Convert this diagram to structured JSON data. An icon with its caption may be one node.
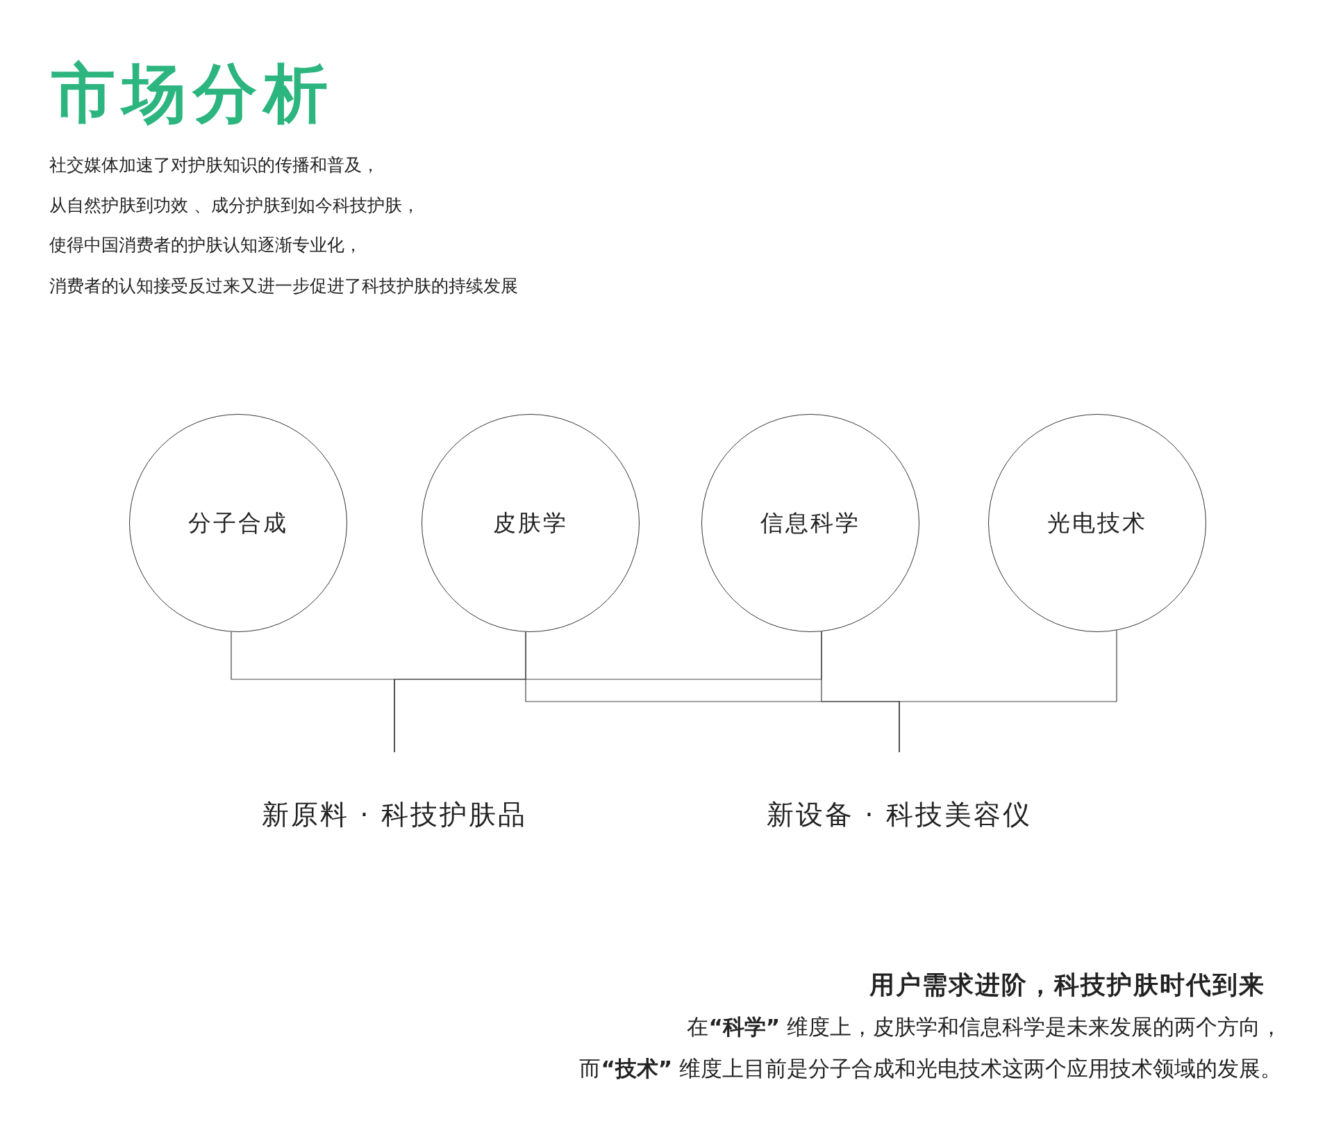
{
  "diagram": {
    "title": "市场分析",
    "nodes": [
      {
        "text": [
          "分子合成"
        ]
      },
      {
        "text": [
          "皮肤学"
        ]
      },
      {
        "text": [
          "信息科学"
        ]
      },
      {
        "text": [
          "光电技术"
        ]
      },
      {
        "text": [
          "新原料 · 科技护肤品"
        ]
      },
      {
        "text": [
          "新设备 · 科技美容仪"
        ]
      }
    ],
    "edges": [
      {
        "from": 0,
        "to": 4,
        "arrow": "none"
      },
      {
        "from": 1,
        "to": 4,
        "arrow": "none"
      },
      {
        "from": 2,
        "to": 4,
        "arrow": "none"
      },
      {
        "from": 1,
        "to": 5,
        "arrow": "none"
      },
      {
        "from": 2,
        "to": 5,
        "arrow": "none"
      },
      {
        "from": 3,
        "to": 5,
        "arrow": "none"
      }
    ],
    "labels": [
      "社交媒体加速了对护肤知识的传播和普及，",
      "从自然护肤到功效 、成分护肤到如今科技护肤，",
      "使得中国消费者的护肤认知逐渐专业化，",
      "消费者的认知接受反过来又进一步促进了科技护肤的持续发展",
      "用户需求进阶，科技护肤时代到来",
      "在**“科学”** 维度上，皮肤学和信息科学是未来发展的两个方向，",
      "而**“技术”** 维度上目前是分子合成和光电技术这两个应用技术领域的发展。"
    ]
  }
}
